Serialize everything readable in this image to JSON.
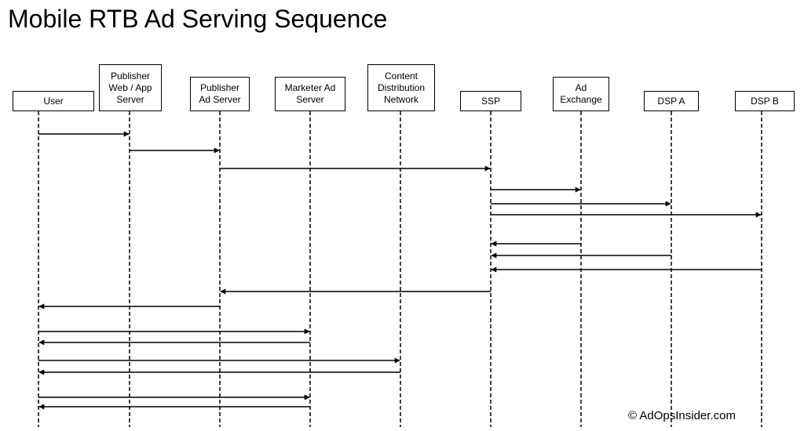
{
  "title": "Mobile RTB Ad Serving Sequence",
  "participants": [
    {
      "id": "user",
      "label": "User"
    },
    {
      "id": "publisher_web_app_server",
      "label": "Publisher\nWeb / App\nServer"
    },
    {
      "id": "publisher_ad_server",
      "label": "Publisher\nAd Server"
    },
    {
      "id": "marketer_ad_server",
      "label": "Marketer Ad\nServer"
    },
    {
      "id": "content_distribution_network",
      "label": "Content\nDistribution\nNetwork"
    },
    {
      "id": "ssp",
      "label": "SSP"
    },
    {
      "id": "ad_exchange",
      "label": "Ad\nExchange"
    },
    {
      "id": "dsp_a",
      "label": "DSP A"
    },
    {
      "id": "dsp_b",
      "label": "DSP B"
    }
  ],
  "messages": [
    {
      "from": "user",
      "to": "publisher_web_app_server"
    },
    {
      "from": "publisher_web_app_server",
      "to": "publisher_ad_server"
    },
    {
      "from": "publisher_ad_server",
      "to": "ssp"
    },
    {
      "from": "ssp",
      "to": "ad_exchange"
    },
    {
      "from": "ssp",
      "to": "dsp_a"
    },
    {
      "from": "ssp",
      "to": "dsp_b"
    },
    {
      "from": "ad_exchange",
      "to": "ssp"
    },
    {
      "from": "dsp_a",
      "to": "ssp"
    },
    {
      "from": "dsp_b",
      "to": "ssp"
    },
    {
      "from": "ssp",
      "to": "publisher_ad_server"
    },
    {
      "from": "publisher_ad_server",
      "to": "user"
    },
    {
      "from": "user",
      "to": "marketer_ad_server"
    },
    {
      "from": "marketer_ad_server",
      "to": "user"
    },
    {
      "from": "user",
      "to": "content_distribution_network"
    },
    {
      "from": "content_distribution_network",
      "to": "user"
    },
    {
      "from": "user",
      "to": "marketer_ad_server"
    },
    {
      "from": "marketer_ad_server",
      "to": "user"
    }
  ],
  "footer": "© AdOpsInsider.com"
}
